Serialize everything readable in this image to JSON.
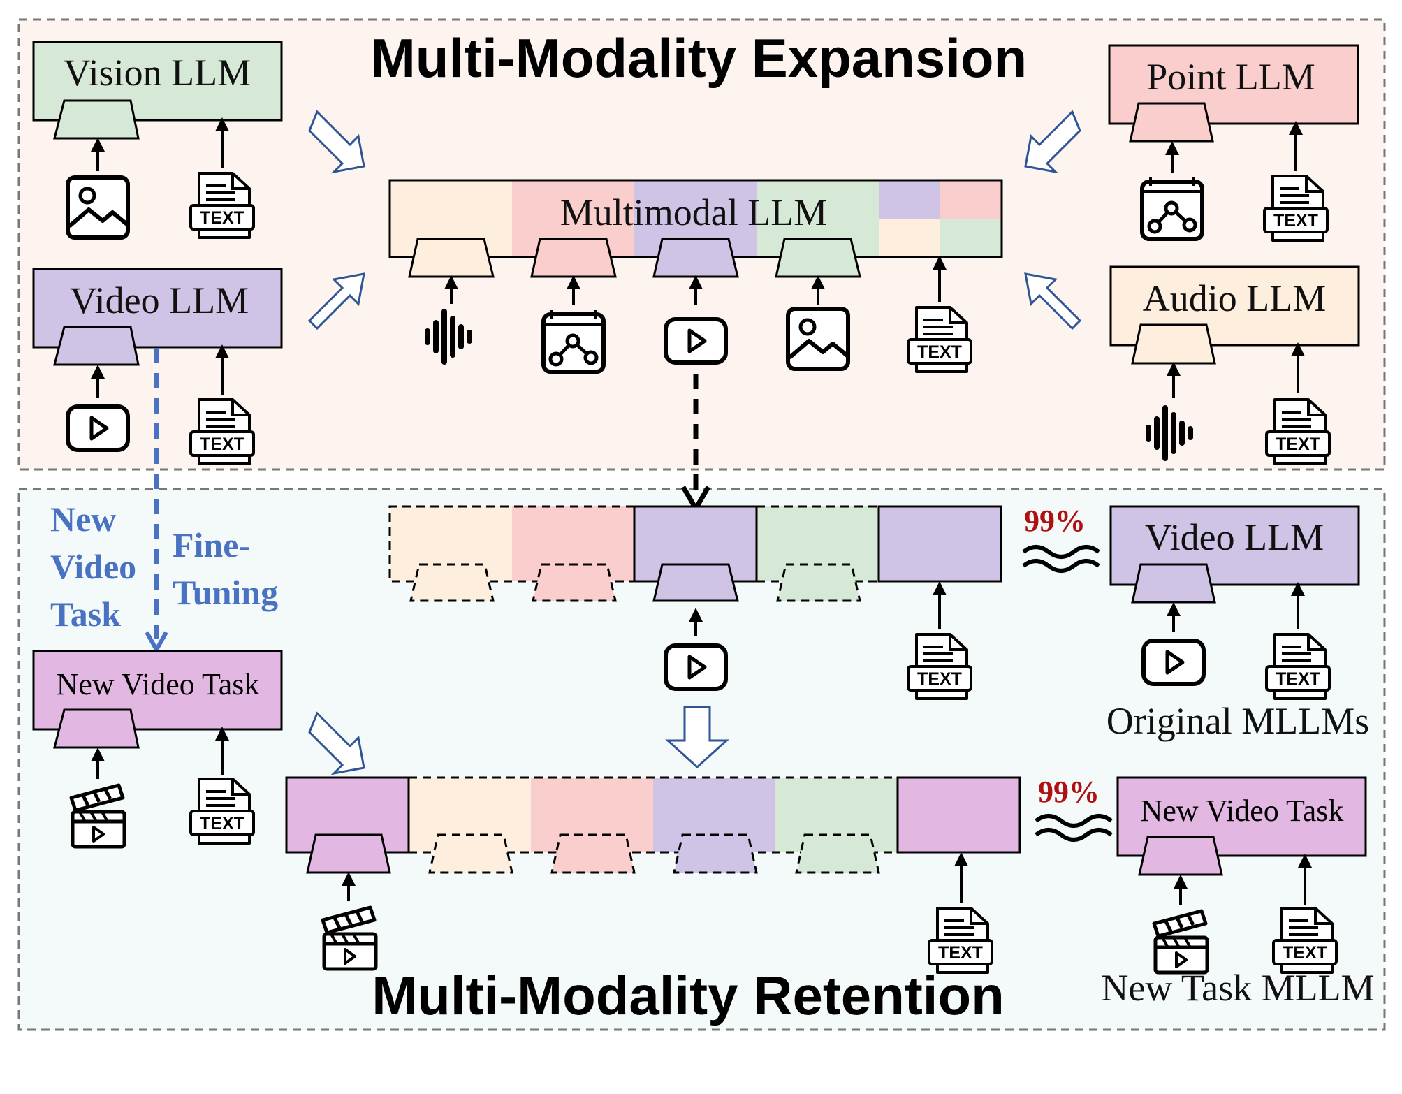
{
  "top_section": {
    "title": "Multi-Modality Expansion",
    "vision_llm": "Vision LLM",
    "video_llm": "Video LLM",
    "point_llm": "Point LLM",
    "audio_llm": "Audio LLM",
    "multimodal_llm": "Multimodal LLM"
  },
  "bottom_section": {
    "title": "Multi-Modality Retention",
    "new_video_task_side": "New\nVideo\nTask",
    "fine_tuning": "Fine-\nTuning",
    "new_video_task_box": "New Video Task",
    "original_video_llm": "Video LLM",
    "original_caption": "Original MLLMs",
    "new_task_box": "New Video Task",
    "new_task_caption": "New Task MLLM",
    "similarity_1": "99%",
    "similarity_2": "99%"
  },
  "icon_text_label": "TEXT",
  "colors": {
    "green": "#d6e8d6",
    "purple": "#cfc4e5",
    "pink": "#f9cecc",
    "peach": "#fdeedd",
    "magenta": "#e2b8e2",
    "top_bg": "#fdf4ef",
    "bottom_bg": "#f4f9fa",
    "arrow_blue": "#2f5597",
    "dash_blue": "#4a72c2",
    "percent_red": "#b01010"
  }
}
